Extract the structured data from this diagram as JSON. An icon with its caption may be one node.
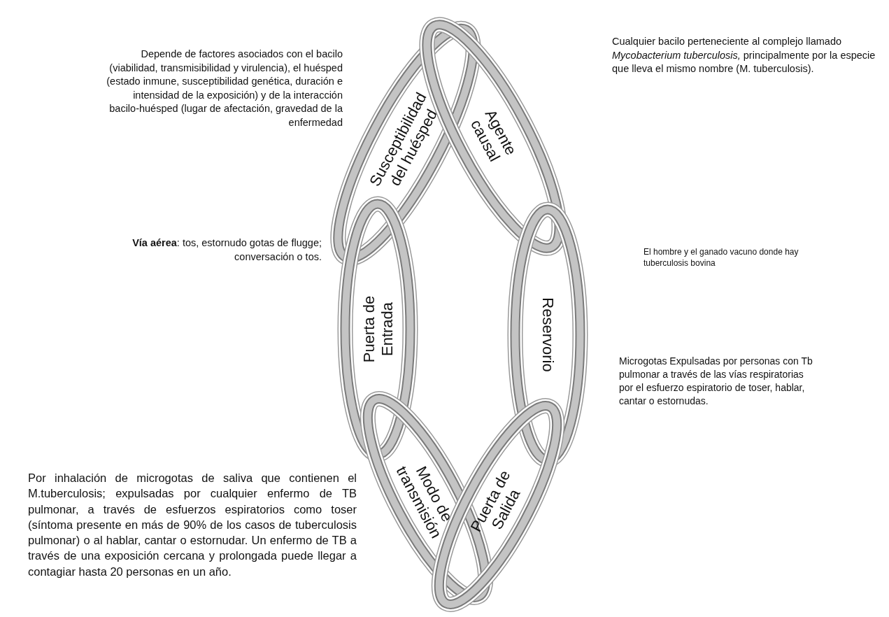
{
  "diagram": {
    "nodes": [
      {
        "text": [
          "Susceptibilidad del huésped"
        ]
      },
      {
        "text": [
          "Agente causal"
        ]
      },
      {
        "text": [
          "Puerta de Entrada"
        ]
      },
      {
        "text": [
          "Reservorio"
        ]
      },
      {
        "text": [
          "Modo de transmisión"
        ]
      },
      {
        "text": [
          "Puerta de Salida"
        ]
      }
    ],
    "labels": [
      "Cualquier bacilo perteneciente al complejo llamado *Mycobacterium tuberculosis,* principalmente por la especie que lleva el mismo nombre (M. tuberculosis).",
      "Depende  de factores asociados con el bacilo (viabilidad, transmisibilidad y virulencia), el huésped (estado inmune, susceptibilidad genética, duración e intensidad de la exposición) y de la interacción bacilo-huésped (lugar de afectación, gravedad de la enfermedad",
      "El hombre y el ganado vacuno donde hay tuberculosis bovina",
      "**Vía aérea**: tos, estornudo gotas de flugge; conversación o tos.",
      "Microgotas Expulsadas por personas con Tb pulmonar a través de las vías respiratorias por  el esfuerzo espiratorio de toser, hablar, cantar o estornudas.",
      "Por inhalación de microgotas de saliva que contienen el M.tuberculosis; expulsadas por cualquier enfermo de TB pulmonar, a través de esfuerzos espiratorios como toser (síntoma presente en más de 90% de los casos de tuberculosis pulmonar) o al hablar, cantar o estornudar. Un enfermo de TB a través de una exposición cercana y prolongada puede llegar a contagiar hasta 20 personas en un año."
    ]
  }
}
